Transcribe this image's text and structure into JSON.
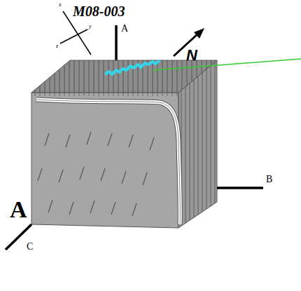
{
  "diagram": {
    "labels": [
      "M08-003",
      "N",
      "A",
      "B",
      "C",
      "A",
      "x",
      "y",
      "z"
    ]
  }
}
